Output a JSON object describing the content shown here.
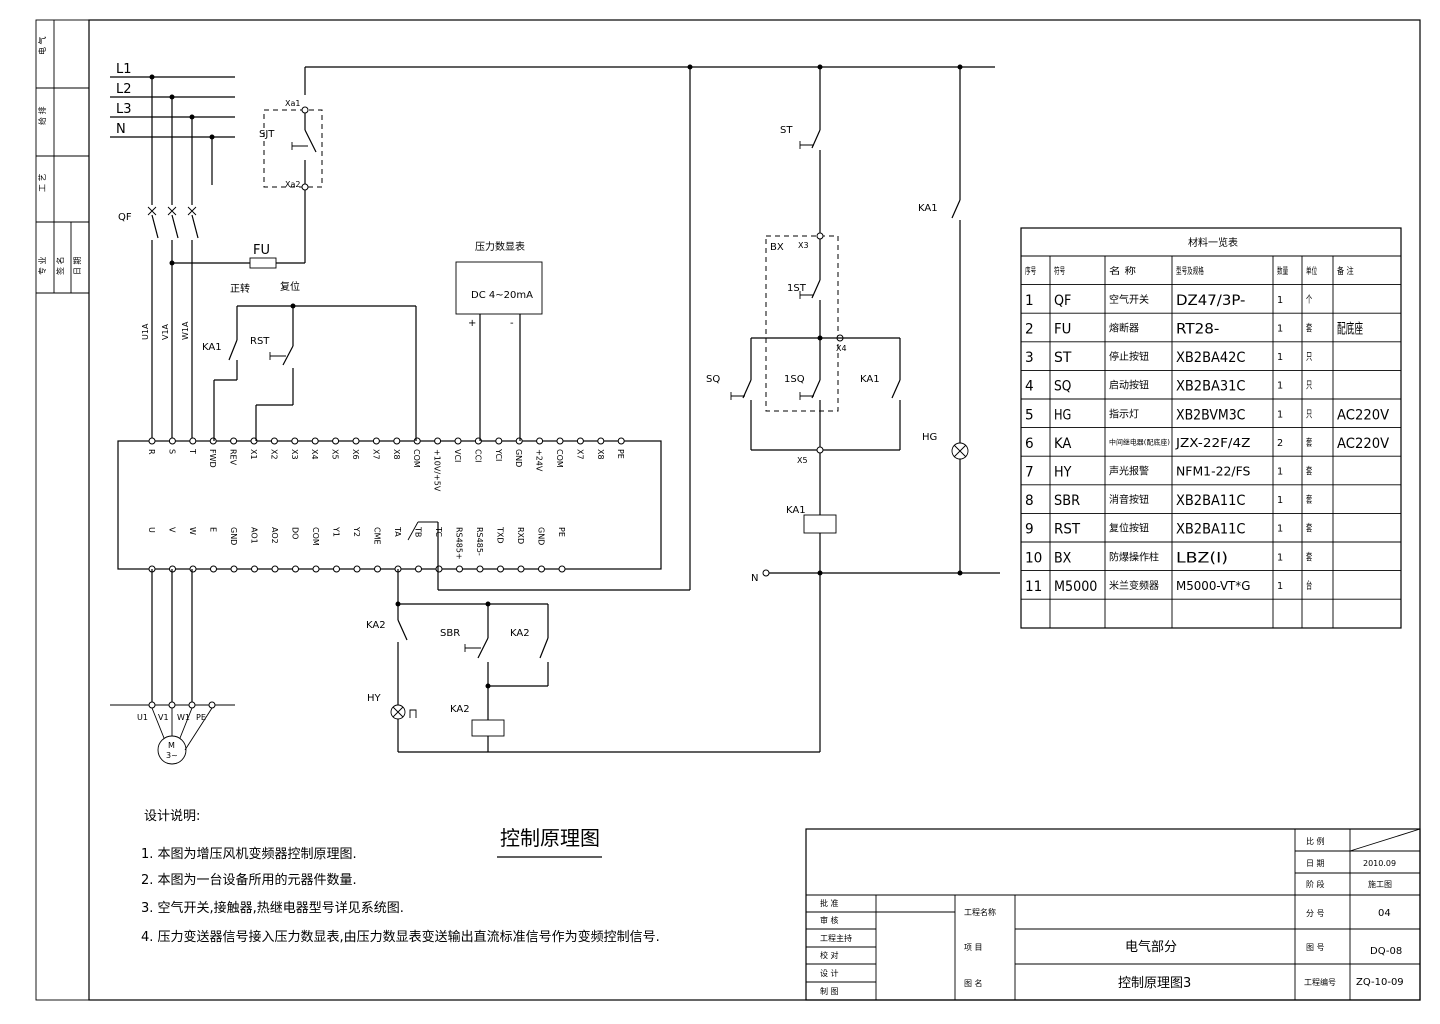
{
  "left_strip": {
    "labels": [
      "电 气",
      "给 排",
      "工 艺",
      "专 业",
      "签 名",
      "日 期"
    ]
  },
  "supply": {
    "phases": [
      "L1",
      "L2",
      "L3",
      "N"
    ]
  },
  "components": {
    "qf": "QF",
    "fu": "FU",
    "sjt": "SJT",
    "xa1": "Xa1",
    "xa2": "Xa2",
    "forward": "正转",
    "reset": "复位",
    "ka1_left": "KA1",
    "rst": "RST",
    "u1a": "U1A",
    "v1a": "V1A",
    "w1a": "W1A",
    "meter_title": "压力数显表",
    "meter_text": "DC 4~20mA",
    "meter_plus": "+",
    "meter_minus": "-",
    "ka2": "KA2",
    "sbr": "SBR",
    "ka2_contact": "KA2",
    "hy": "HY",
    "ka2_coil": "KA2",
    "st": "ST",
    "bx": "BX",
    "x3": "X3",
    "st1": "1ST",
    "x4": "X4",
    "sq": "SQ",
    "sq1": "1SQ",
    "ka1_right": "KA1",
    "x5": "X5",
    "ka1_coil": "KA1",
    "n_label": "N",
    "ka1_hg": "KA1",
    "hg": "HG"
  },
  "motor": {
    "terminals": [
      "U1",
      "V1",
      "W1",
      "PE"
    ],
    "m": "M",
    "phase": "3~"
  },
  "inverter": {
    "top_terminals": [
      "R",
      "S",
      "T",
      "FWD",
      "REV",
      "X1",
      "X2",
      "X3",
      "X4",
      "X5",
      "X6",
      "X7",
      "X8",
      "COM",
      "+10V/+5V",
      "VCI",
      "CCI",
      "YCI",
      "GND",
      "+24V",
      "COM",
      "X7",
      "X8",
      "PE"
    ],
    "bottom_terminals": [
      "U",
      "V",
      "W",
      "E",
      "GND",
      "AO1",
      "AO2",
      "DO",
      "COM",
      "Y1",
      "Y2",
      "CME",
      "TA",
      "TB",
      "TC",
      "RS485+",
      "RS485-",
      "TXD",
      "RXD",
      "GND",
      "PE"
    ]
  },
  "materials": {
    "title": "材料一览表",
    "headers": [
      "序号",
      "符号",
      "名 称",
      "型号及规格",
      "数量",
      "单位",
      "备 注"
    ],
    "rows": [
      [
        "1",
        "QF",
        "空气开关",
        "DZ47/3P-",
        "1",
        "个",
        ""
      ],
      [
        "2",
        "FU",
        "熔断器",
        "RT28-",
        "1",
        "套",
        "配底座"
      ],
      [
        "3",
        "ST",
        "停止按钮",
        "XB2BA42C",
        "1",
        "只",
        ""
      ],
      [
        "4",
        "SQ",
        "启动按钮",
        "XB2BA31C",
        "1",
        "只",
        ""
      ],
      [
        "5",
        "HG",
        "指示灯",
        "XB2BVM3C",
        "1",
        "只",
        "AC220V"
      ],
      [
        "6",
        "KA",
        "中间继电器(配底座)",
        "JZX-22F/4Z",
        "2",
        "套",
        "AC220V"
      ],
      [
        "7",
        "HY",
        "声光报警",
        "NFM1-22/FS",
        "1",
        "套",
        ""
      ],
      [
        "8",
        "SBR",
        "消音按钮",
        "XB2BA11C",
        "1",
        "套",
        ""
      ],
      [
        "9",
        "RST",
        "复位按钮",
        "XB2BA11C",
        "1",
        "套",
        ""
      ],
      [
        "10",
        "BX",
        "防爆操作柱",
        "LBZ(I)",
        "1",
        "套",
        ""
      ],
      [
        "11",
        "M5000",
        "米兰变频器",
        "M5000-VT*G",
        "1",
        "台",
        ""
      ],
      [
        "",
        "",
        "",
        "",
        "",
        "",
        ""
      ]
    ]
  },
  "notes": {
    "title": "设计说明:",
    "items": [
      "1. 本图为增压风机变频器控制原理图.",
      "2. 本图为一台设备所用的元器件数量.",
      "3. 空气开关,接触器,热继电器型号详见系统图.",
      "4. 压力变送器信号接入压力数显表,由压力数显表变送输出直流标准信号作为变频控制信号."
    ]
  },
  "drawing_title": "控制原理图",
  "title_block": {
    "left_labels": [
      "批 准",
      "审 核",
      "工程主持",
      "校 对",
      "设 计",
      "制 图"
    ],
    "project_name_label": "工程名称",
    "project_label": "项 目",
    "project_value": "电气部分",
    "drawing_name_label": "图 名",
    "drawing_name_value": "控制原理图3",
    "scale_label": "比 例",
    "scale_value": "",
    "date_label": "日 期",
    "date_value": "2010.09",
    "stage_label": "阶 段",
    "stage_value": "施工图",
    "sub_no_label": "分 号",
    "sub_no_value": "04",
    "drawing_no_label": "图 号",
    "drawing_no_value": "DQ-08",
    "project_no_label": "工程编号",
    "project_no_value": "ZQ-10-09"
  }
}
